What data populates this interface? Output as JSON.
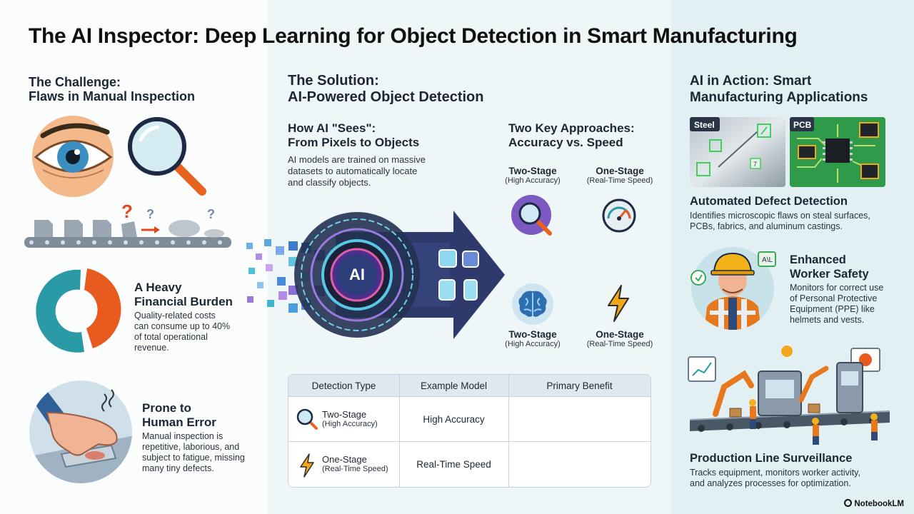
{
  "title": "The AI Inspector: Deep Learning for Object Detection in Smart Manufacturing",
  "challenge": {
    "heading_1": "The Challenge:",
    "heading_2": "Flaws in Manual Inspection",
    "financial": {
      "title_1": "A Heavy",
      "title_2": "Financial Burden",
      "text_1": "Quality-related costs",
      "text_2": "can consume up to 40%",
      "text_3": "of total operational",
      "text_4": "revenue."
    },
    "error": {
      "title_1": "Prone to",
      "title_2": "Human Error",
      "text_1": "Manual inspection is",
      "text_2": "repetitive, laborious, and",
      "text_3": "subject to fatigue, missing",
      "text_4": "many tiny defects."
    }
  },
  "solution": {
    "heading_1": "The Solution:",
    "heading_2": "AI-Powered Object Detection",
    "sees": {
      "title_1": "How AI \"Sees\":",
      "title_2": "From Pixels to Objects",
      "text_1": "AI models are trained on massive",
      "text_2": "datasets to automatically locate",
      "text_3": "and classify objects."
    },
    "ai_label": "AI",
    "approaches": {
      "title_1": "Two Key Approaches:",
      "title_2": "Accuracy vs. Speed",
      "top_left": {
        "name": "Two-Stage",
        "sub": "(High Accuracy)"
      },
      "top_right": {
        "name": "One-Stage",
        "sub": "(Real-Time Speed)"
      },
      "bottom_left": {
        "name": "Two-Stage",
        "sub": "(High Accuracy)"
      },
      "bottom_right": {
        "name": "One-Stage",
        "sub": "(Real-Time Speed)"
      }
    },
    "table": {
      "headers": [
        "Detection Type",
        "Example Model",
        "Primary Benefit"
      ],
      "rows": [
        {
          "type": "Two-Stage",
          "type_sub": "(High Accuracy)",
          "model": "High Accuracy",
          "benefit": ""
        },
        {
          "type": "One-Stage",
          "type_sub": "(Real-Time Speed)",
          "model": "Real-Time Speed",
          "benefit": ""
        }
      ]
    }
  },
  "action": {
    "heading_1": "AI in Action: Smart",
    "heading_2": "Manufacturing Applications",
    "tag_steel": "Steel",
    "tag_pcb": "PCB",
    "tag_box": "7",
    "defect": {
      "title": "Automated Defect Detection",
      "text_1": "Identifies microscopic flaws on steal surfaces,",
      "text_2": "PCBs, fabrics, and aluminum castings."
    },
    "safety": {
      "title_1": "Enhanced",
      "title_2": "Worker Safety",
      "badge": "A\\L",
      "text_1": "Monitors for correct use",
      "text_2": "of Personal Protective",
      "text_3": "Equipment (PPE) like",
      "text_4": "helmets and vests."
    },
    "surveillance": {
      "title": "Production Line Surveillance",
      "text_1": "Tracks equipment, monitors worker activity,",
      "text_2": "and analyzes processes for optimization."
    }
  },
  "watermark": "NotebookLM",
  "colors": {
    "teal": "#2a9aa6",
    "orange": "#e85a1e",
    "purple": "#6b4fb0",
    "dark_navy": "#1e2a44"
  }
}
